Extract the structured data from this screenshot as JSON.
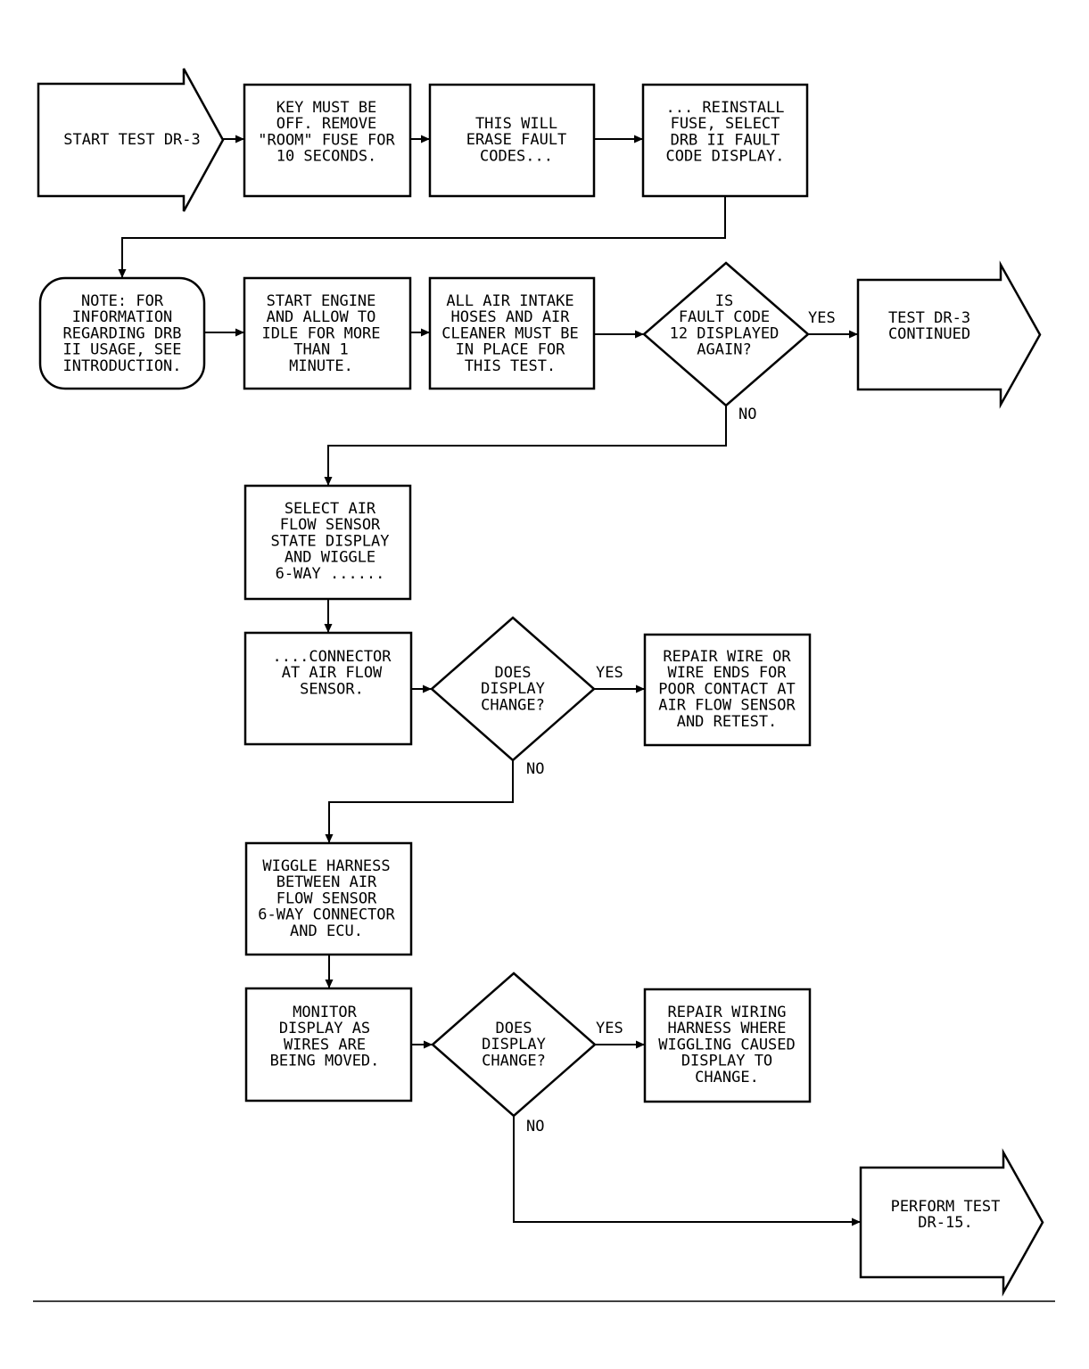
{
  "nodes": {
    "start": {
      "shape": "arrow",
      "lines": [
        "START TEST DR-3"
      ]
    },
    "key_off": {
      "shape": "process",
      "lines": [
        "KEY MUST BE",
        "OFF. REMOVE",
        "\"ROOM\" FUSE FOR",
        "10 SECONDS."
      ]
    },
    "erase": {
      "shape": "process",
      "lines": [
        "THIS WILL",
        "ERASE FAULT",
        "CODES..."
      ]
    },
    "reinstall": {
      "shape": "process",
      "lines": [
        "... REINSTALL",
        "FUSE, SELECT",
        "DRB II FAULT",
        "CODE DISPLAY."
      ]
    },
    "note": {
      "shape": "rounded",
      "lines": [
        "NOTE: FOR",
        "INFORMATION",
        "REGARDING DRB",
        "II USAGE, SEE",
        "INTRODUCTION."
      ]
    },
    "start_engine": {
      "shape": "process",
      "lines": [
        "START ENGINE",
        "AND ALLOW TO",
        "IDLE FOR MORE",
        "THAN 1",
        "MINUTE."
      ]
    },
    "intake": {
      "shape": "process",
      "lines": [
        "ALL AIR INTAKE",
        "HOSES AND AIR",
        "CLEANER MUST BE",
        "IN PLACE FOR",
        "THIS TEST."
      ]
    },
    "fault12": {
      "shape": "decision",
      "lines": [
        "IS",
        "FAULT CODE",
        "12 DISPLAYED",
        "AGAIN?"
      ]
    },
    "continued": {
      "shape": "arrow",
      "lines": [
        "TEST DR-3",
        "CONTINUED"
      ]
    },
    "select_air": {
      "shape": "process",
      "lines": [
        "SELECT AIR",
        "FLOW SENSOR",
        "STATE DISPLAY",
        "AND WIGGLE",
        "6-WAY ......"
      ]
    },
    "connector": {
      "shape": "process",
      "lines": [
        "....CONNECTOR",
        "AT AIR FLOW",
        "SENSOR."
      ]
    },
    "display_change_1": {
      "shape": "decision",
      "lines": [
        "DOES",
        "DISPLAY",
        "CHANGE?"
      ]
    },
    "repair_wire": {
      "shape": "process",
      "lines": [
        "REPAIR WIRE OR",
        "WIRE ENDS FOR",
        "POOR CONTACT AT",
        "AIR FLOW SENSOR",
        "AND RETEST."
      ]
    },
    "wiggle_harness": {
      "shape": "process",
      "lines": [
        "WIGGLE HARNESS",
        "BETWEEN AIR",
        "FLOW SENSOR",
        "6-WAY CONNECTOR",
        "AND ECU."
      ]
    },
    "monitor": {
      "shape": "process",
      "lines": [
        "MONITOR",
        "DISPLAY AS",
        "WIRES ARE",
        "BEING MOVED."
      ]
    },
    "display_change_2": {
      "shape": "decision",
      "lines": [
        "DOES",
        "DISPLAY",
        "CHANGE?"
      ]
    },
    "repair_harness": {
      "shape": "process",
      "lines": [
        "REPAIR WIRING",
        "HARNESS WHERE",
        "WIGGLING CAUSED",
        "DISPLAY TO",
        "CHANGE."
      ]
    },
    "perform15": {
      "shape": "arrow",
      "lines": [
        "PERFORM TEST",
        "DR-15."
      ]
    }
  },
  "edges": [
    {
      "from": "start",
      "to": "key_off",
      "label": ""
    },
    {
      "from": "key_off",
      "to": "erase",
      "label": ""
    },
    {
      "from": "erase",
      "to": "reinstall",
      "label": ""
    },
    {
      "from": "reinstall",
      "to": "note",
      "label": ""
    },
    {
      "from": "note",
      "to": "start_engine",
      "label": ""
    },
    {
      "from": "start_engine",
      "to": "intake",
      "label": ""
    },
    {
      "from": "intake",
      "to": "fault12",
      "label": ""
    },
    {
      "from": "fault12",
      "to": "continued",
      "label": "YES"
    },
    {
      "from": "fault12",
      "to": "select_air",
      "label": "NO"
    },
    {
      "from": "select_air",
      "to": "connector",
      "label": ""
    },
    {
      "from": "connector",
      "to": "display_change_1",
      "label": ""
    },
    {
      "from": "display_change_1",
      "to": "repair_wire",
      "label": "YES"
    },
    {
      "from": "display_change_1",
      "to": "wiggle_harness",
      "label": "NO"
    },
    {
      "from": "wiggle_harness",
      "to": "monitor",
      "label": ""
    },
    {
      "from": "monitor",
      "to": "display_change_2",
      "label": ""
    },
    {
      "from": "display_change_2",
      "to": "repair_harness",
      "label": "YES"
    },
    {
      "from": "display_change_2",
      "to": "perform15",
      "label": "NO"
    }
  ]
}
